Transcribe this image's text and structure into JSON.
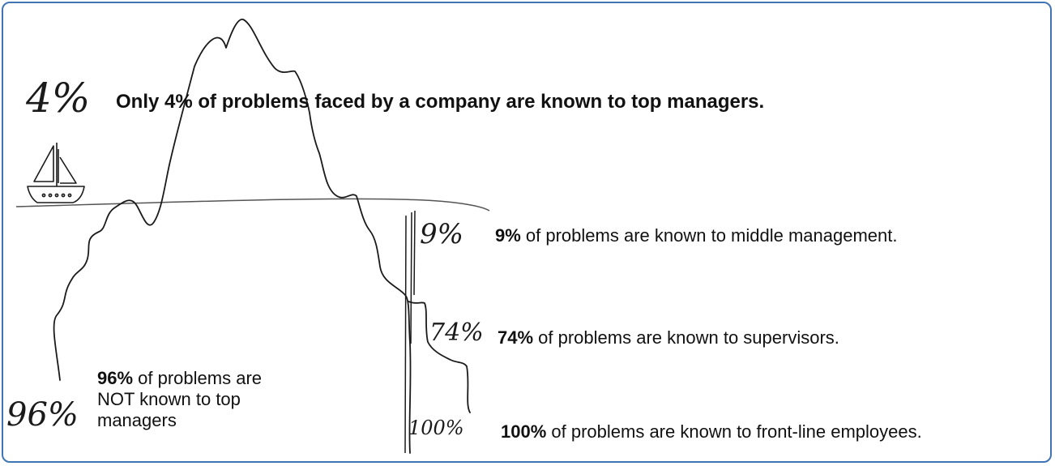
{
  "headline": "Only 4% of problems faced by a company are known to top managers.",
  "handwritten": {
    "top": "4%",
    "middle": "9%",
    "supervisors": "74%",
    "frontline": "100%",
    "below": "96%"
  },
  "captions": {
    "middle": {
      "bold": "9%",
      "text": " of problems are known to middle management."
    },
    "supervisors": {
      "bold": "74%",
      "text": " of problems are known to supervisors."
    },
    "frontline": {
      "bold": "100%",
      "text": " of problems are known to front-line employees."
    },
    "hidden": {
      "bold": "96%",
      "line1": " of  problems are",
      "line2": "NOT known to top",
      "line3": "managers"
    }
  },
  "colors": {
    "border": "#3f75b3",
    "ink": "#1a1a1a"
  }
}
